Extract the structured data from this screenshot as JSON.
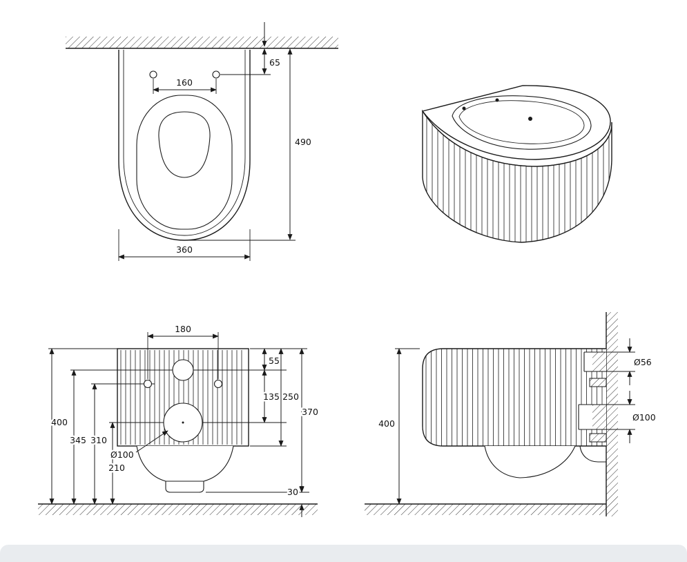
{
  "page": {
    "background_color": "#ffffff",
    "line_color": "#1a1a1a",
    "footer_bar_color": "#e9ecef"
  },
  "views": {
    "top": {
      "dims": {
        "hole_spacing": "160",
        "wall_to_holes": "65",
        "total_depth": "490",
        "width": "360"
      }
    },
    "front": {
      "dims": {
        "hole_spacing": "180",
        "top_to_inlet": "55",
        "inlet_to_drain": "135",
        "top_to_body_bottom": "250",
        "top_to_bowl_bottom": "370",
        "total_height": "400",
        "floor_to_inlet": "345",
        "floor_to_holes": "310",
        "floor_to_drain": "210",
        "drain_diameter": "Ø100",
        "bowl_floor_gap": "30"
      }
    },
    "side": {
      "dims": {
        "total_height": "400",
        "inlet_diameter": "Ø56",
        "drain_diameter": "Ø100"
      }
    }
  }
}
